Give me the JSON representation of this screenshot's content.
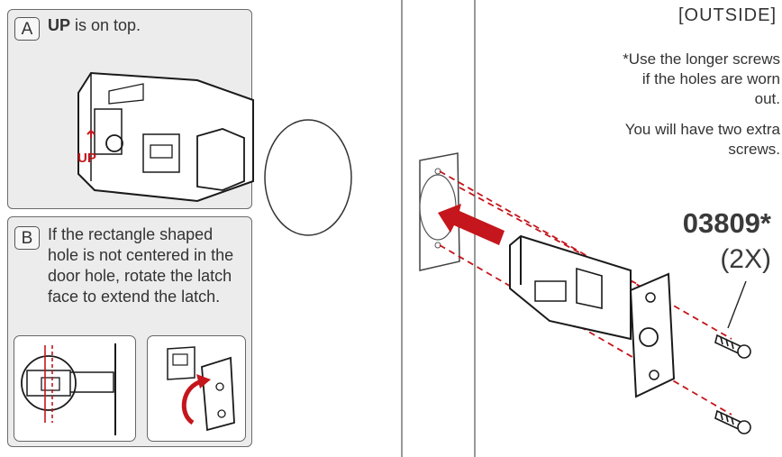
{
  "panel_a": {
    "badge": "A",
    "text_bold": "UP",
    "text_rest": " is on top.",
    "up_label": "UP"
  },
  "panel_b": {
    "badge": "B",
    "text": "If the rectangle shaped hole is not centered in the door hole, rotate the latch face to extend the latch."
  },
  "right": {
    "outside_label": "[OUTSIDE]",
    "note_longer": "*Use the longer screws if the holes are worn out.",
    "note_extra": "You will have two extra screws.",
    "part_number": "03809*",
    "quantity": "(2X)"
  },
  "colors": {
    "accent_red": "#c4161c",
    "panel_bg": "#ececec",
    "line": "#2a2a2a"
  },
  "icons": [
    "latch-drawing",
    "door-hole",
    "screw-icon",
    "rotate-arrow-icon",
    "insert-arrow-icon"
  ]
}
